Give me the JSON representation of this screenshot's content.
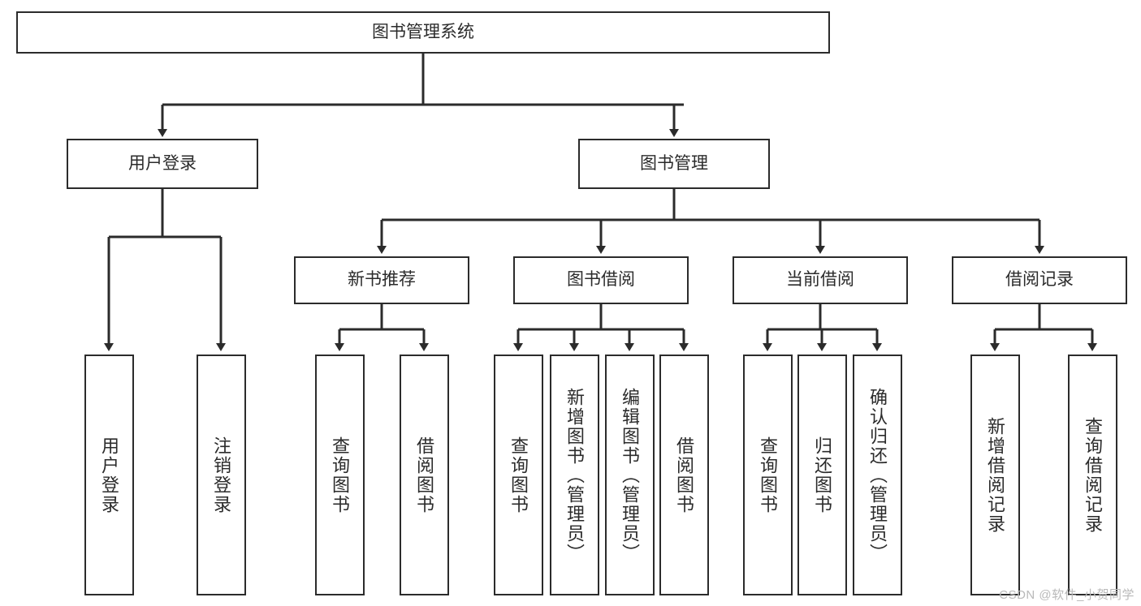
{
  "diagram": {
    "title": "图书管理系统",
    "type": "tree",
    "root": {
      "label": "图书管理系统"
    },
    "level2": [
      {
        "label": "用户登录"
      },
      {
        "label": "图书管理"
      }
    ],
    "level3": [
      {
        "label": "新书推荐"
      },
      {
        "label": "图书借阅"
      },
      {
        "label": "当前借阅"
      },
      {
        "label": "借阅记录"
      }
    ],
    "leaves": {
      "user_login": [
        {
          "label": "用户登录"
        },
        {
          "label": "注销登录"
        }
      ],
      "new_book_recommend": [
        {
          "label": "查询图书"
        },
        {
          "label": "借阅图书"
        }
      ],
      "book_borrow": [
        {
          "label": "查询图书"
        },
        {
          "label": "新增图书（管理员）"
        },
        {
          "label": "编辑图书（管理员）"
        },
        {
          "label": "借阅图书"
        }
      ],
      "current_borrow": [
        {
          "label": "查询图书"
        },
        {
          "label": "归还图书"
        },
        {
          "label": "确认归还（管理员）"
        }
      ],
      "borrow_record": [
        {
          "label": "新增借阅记录"
        },
        {
          "label": "查询借阅记录"
        }
      ]
    }
  },
  "watermark": {
    "text": "CSDN @软件_小贺同学"
  },
  "colors": {
    "stroke": "#2b2b2b",
    "background": "#ffffff",
    "text": "#2b2b2b",
    "watermark": "#b9b9b9"
  }
}
